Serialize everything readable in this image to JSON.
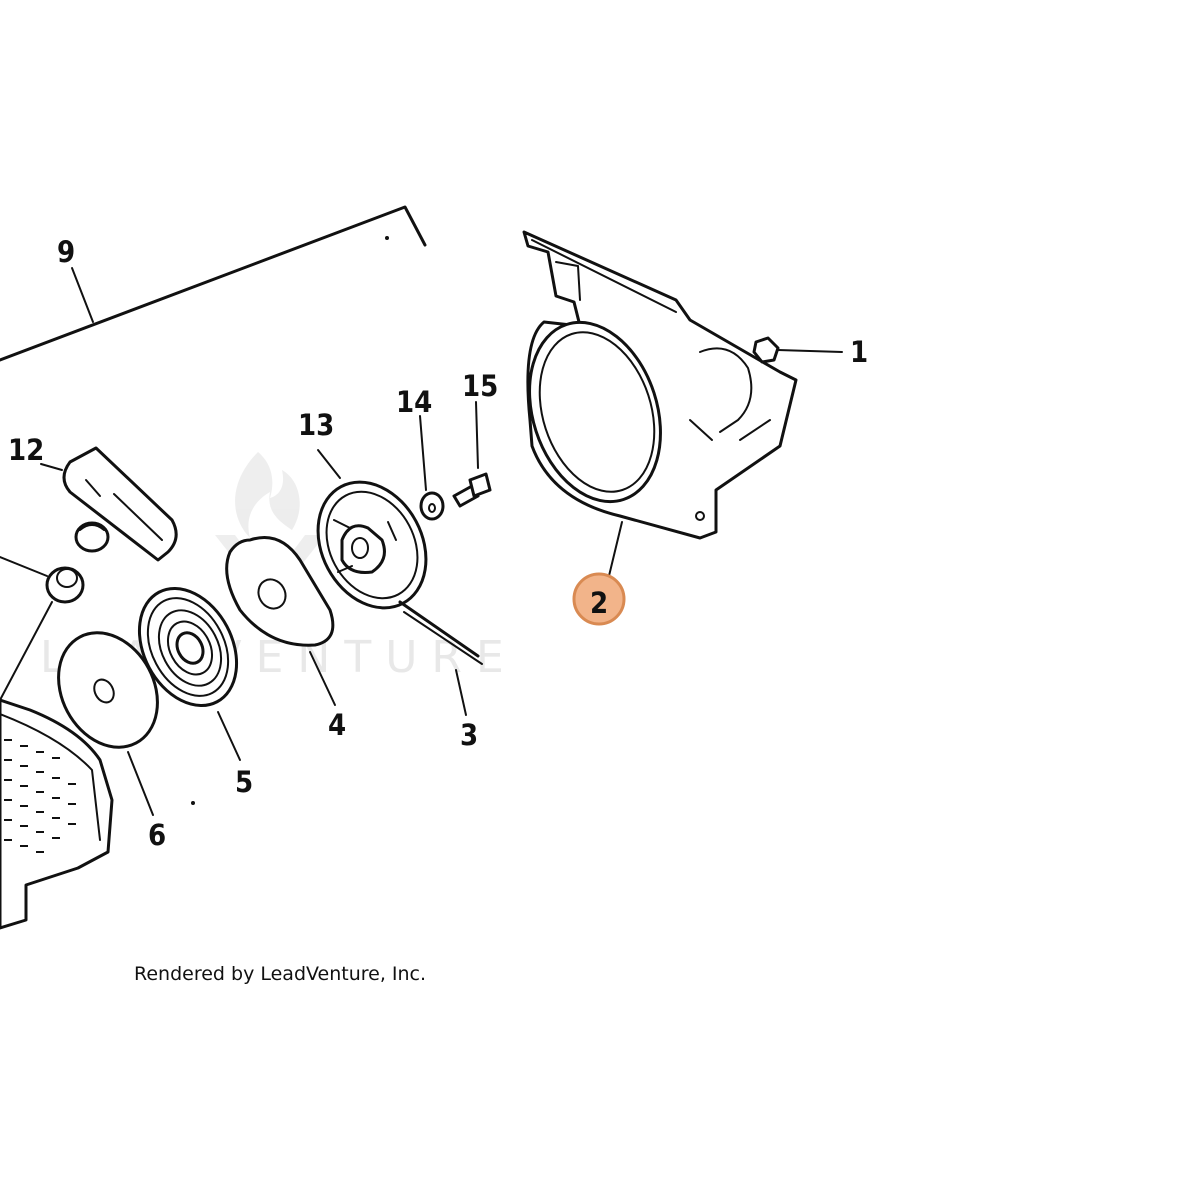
{
  "diagram": {
    "callouts": [
      {
        "id": "1",
        "label": "1"
      },
      {
        "id": "2",
        "label": "2",
        "highlighted": true
      },
      {
        "id": "3",
        "label": "3"
      },
      {
        "id": "4",
        "label": "4"
      },
      {
        "id": "5",
        "label": "5"
      },
      {
        "id": "6",
        "label": "6"
      },
      {
        "id": "9",
        "label": "9"
      },
      {
        "id": "12",
        "label": "12"
      },
      {
        "id": "13",
        "label": "13"
      },
      {
        "id": "14",
        "label": "14"
      },
      {
        "id": "15",
        "label": "15"
      }
    ],
    "highlight_color": "#f2b48a",
    "highlight_border": "#d98a52",
    "watermark": "LEADVENTURE",
    "credit": "Rendered by LeadVenture, Inc."
  }
}
